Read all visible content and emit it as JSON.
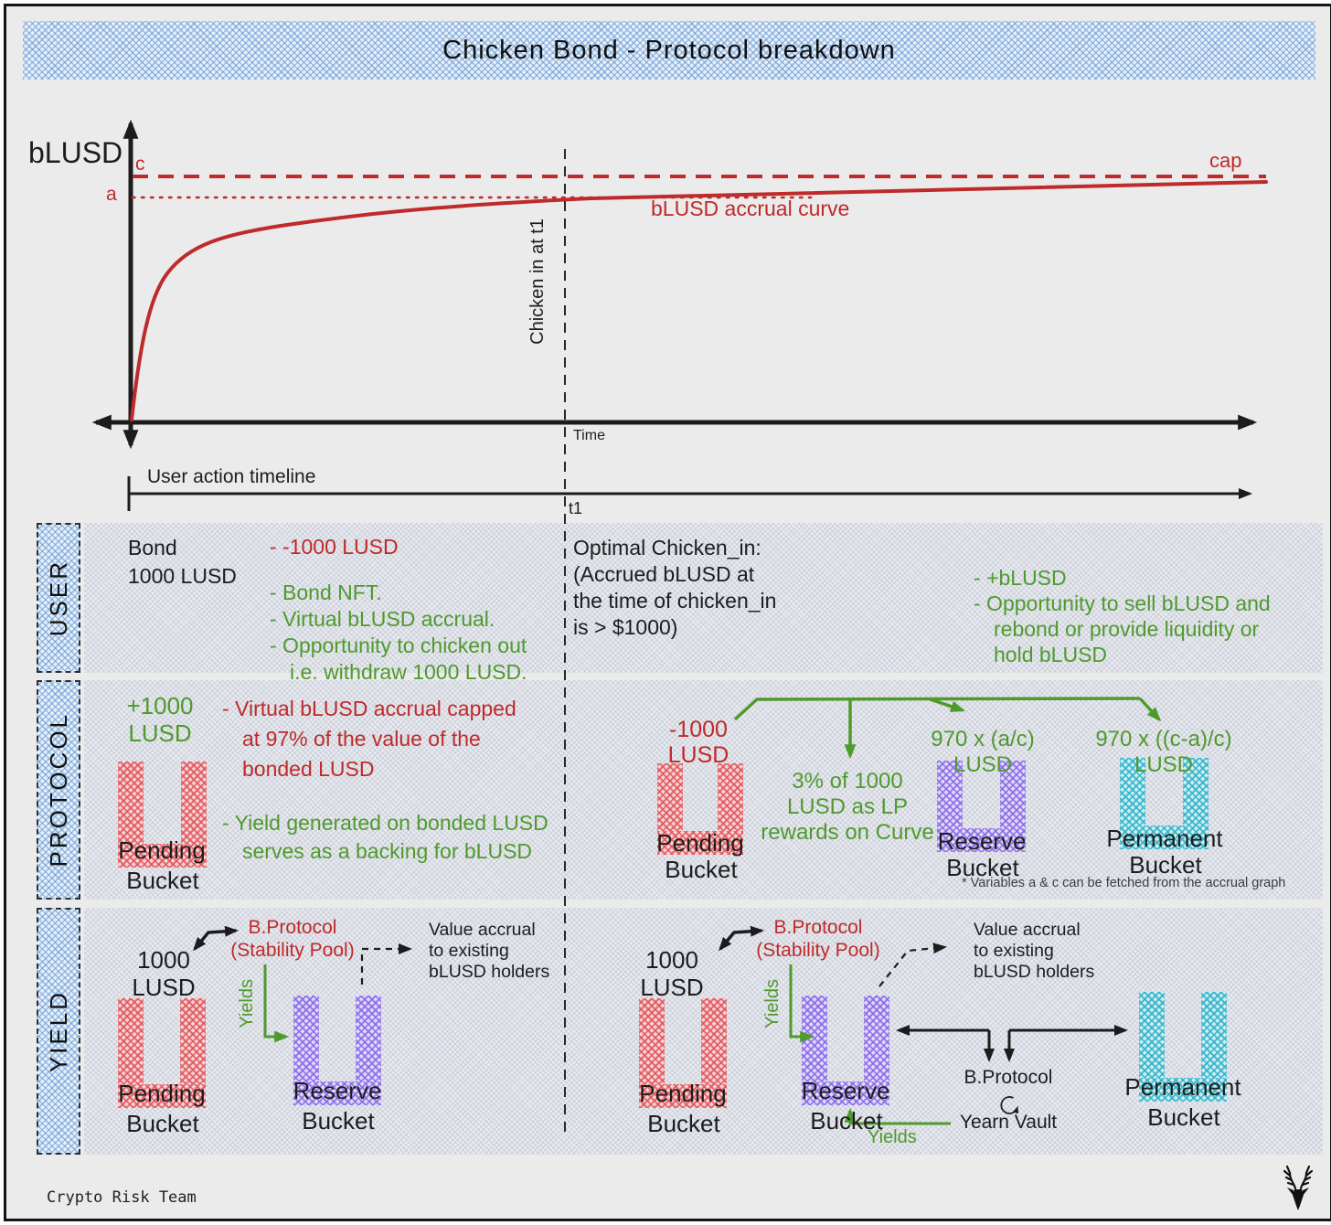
{
  "title": "Chicken Bond - Protocol breakdown",
  "footer": {
    "credit": "Crypto Risk Team"
  },
  "colors": {
    "red": "#bf2a2a",
    "green": "#4f9a2d",
    "ink": "#1d1d1d",
    "pink_bucket": "#e05058",
    "purple_bucket": "#8467e6",
    "teal_bucket": "#2ab0c7",
    "blue_hatch": "#5c92d0"
  },
  "chart": {
    "y_label": "bLUSD",
    "x_label": "Time",
    "c": "c",
    "a": "a",
    "cap": "cap",
    "curve_label": "bLUSD accrual curve",
    "chicken_in": "Chicken in at t1",
    "timeline": "User action timeline",
    "t1": "t1"
  },
  "chart_data": {
    "type": "line",
    "title": "bLUSD accrual curve",
    "xlabel": "Time",
    "ylabel": "bLUSD",
    "annotations": [
      "c",
      "a",
      "cap",
      "Chicken in at t1",
      "t1"
    ],
    "description": "Concave accrual curve rising steeply from the origin and asymptotically approaching the dashed cap line c; dotted line a marks accrued bLUSD at chicken-in time t1."
  },
  "buckets": {
    "pending": [
      "Pending",
      "Bucket"
    ],
    "reserve": [
      "Reserve",
      "Bucket"
    ],
    "permanent": [
      "Permanent",
      "Bucket"
    ]
  },
  "rows": {
    "user": {
      "label": "USER",
      "bond": [
        "Bond",
        "1000 LUSD"
      ],
      "red": "- -1000 LUSD",
      "green": [
        "- Bond NFT.",
        "- Virtual bLUSD accrual.",
        "- Opportunity to chicken out",
        "i.e. withdraw 1000 LUSD."
      ],
      "optimal": [
        "Optimal Chicken_in:",
        "(Accrued bLUSD at",
        "the time of chicken_in",
        "is > $1000)"
      ],
      "right_green": [
        "- +bLUSD",
        "- Opportunity to sell bLUSD and",
        "rebond or provide liquidity or",
        "hold bLUSD"
      ]
    },
    "protocol": {
      "label": "PROTOCOL",
      "plus1000": [
        "+1000",
        "LUSD"
      ],
      "red": [
        "- Virtual bLUSD accrual capped",
        "at 97% of the value of the",
        "bonded LUSD"
      ],
      "green": [
        "- Yield generated on bonded LUSD",
        "serves as a backing for bLUSD"
      ],
      "minus1000": [
        "-1000",
        "LUSD"
      ],
      "lp": [
        "3% of 1000",
        "LUSD as LP",
        "rewards on Curve"
      ],
      "reserve_amt": [
        "970 x (a/c)",
        "LUSD"
      ],
      "permanent_amt": [
        "970 x ((c-a)/c)",
        "LUSD"
      ],
      "note": "* Variables a & c can be fetched from the accrual graph"
    },
    "yield": {
      "label": "YIELD",
      "amount": [
        "1000",
        "LUSD"
      ],
      "bprotocol": [
        "B.Protocol",
        "(Stability Pool)"
      ],
      "yields": "Yields",
      "value_accrual": [
        "Value accrual",
        "to existing",
        "bLUSD holders"
      ],
      "vault": [
        "B.Protocol",
        "Yearn Vault"
      ]
    }
  }
}
